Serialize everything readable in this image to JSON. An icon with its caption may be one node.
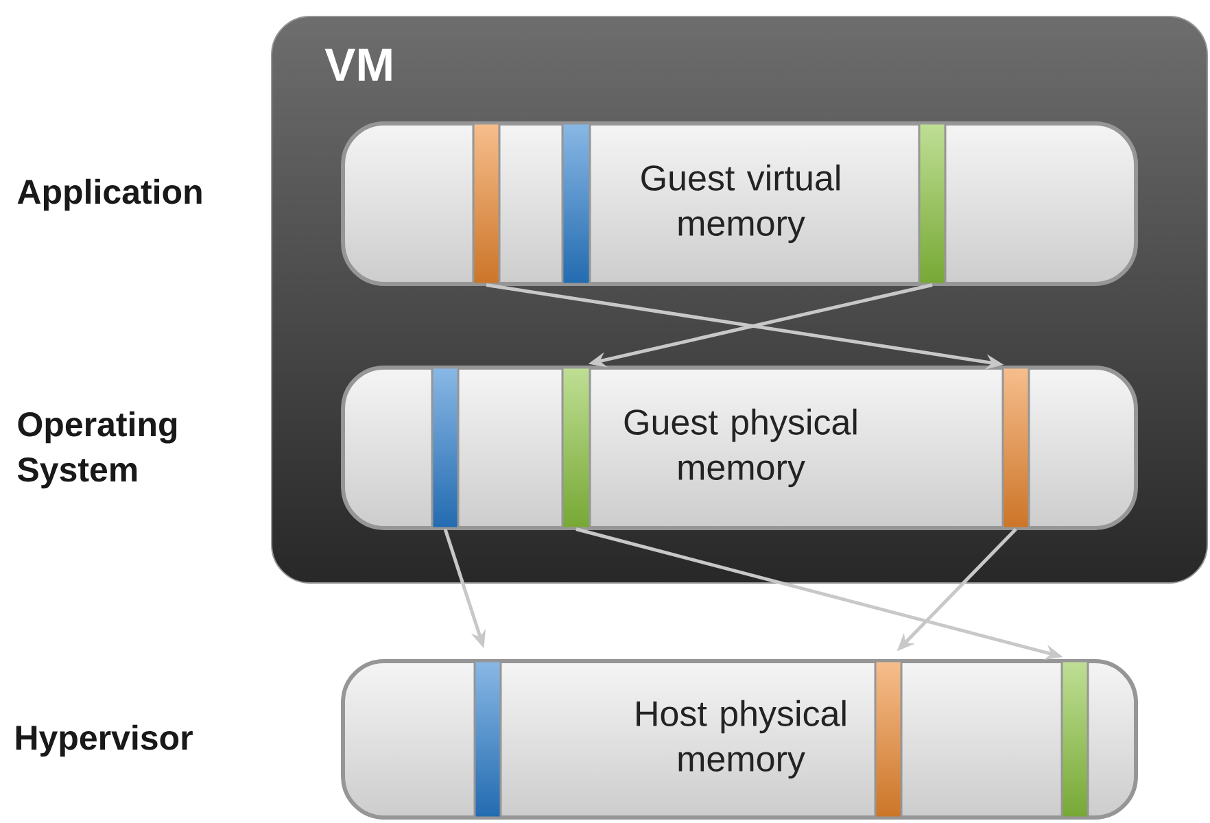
{
  "diagram": {
    "nodes": [
      {
        "text": [
          "VM"
        ]
      },
      {
        "text": [
          "Guest virtual memory"
        ],
        "in": 0
      },
      {
        "text": [],
        "shape": "bar",
        "in": 1
      },
      {
        "text": [],
        "shape": "bar",
        "in": 1
      },
      {
        "text": [],
        "shape": "bar",
        "in": 1
      },
      {
        "text": [
          "Guest physical memory"
        ],
        "in": 0
      },
      {
        "text": [],
        "shape": "bar",
        "in": 5
      },
      {
        "text": [],
        "shape": "bar",
        "in": 5
      },
      {
        "text": [],
        "shape": "bar",
        "in": 5
      },
      {
        "text": [
          "Host physical memory"
        ]
      },
      {
        "text": [],
        "shape": "bar",
        "in": 9
      },
      {
        "text": [],
        "shape": "bar",
        "in": 9
      },
      {
        "text": [],
        "shape": "bar",
        "in": 9
      }
    ],
    "edges": [
      {
        "from": 2,
        "to": 8,
        "arrow": "to"
      },
      {
        "from": 4,
        "to": 7,
        "arrow": "to"
      },
      {
        "from": 6,
        "to": 10,
        "arrow": "to"
      },
      {
        "from": 7,
        "to": 12,
        "arrow": "to"
      },
      {
        "from": 8,
        "to": 11,
        "arrow": "to"
      }
    ],
    "labels": [
      "Application",
      "Operating System",
      "Hypervisor"
    ]
  }
}
